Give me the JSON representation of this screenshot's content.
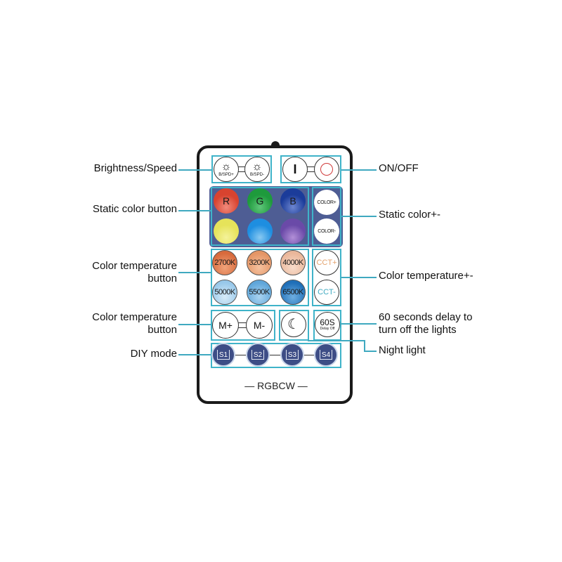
{
  "remote": {
    "model_label": "— RGBCW —",
    "row1": {
      "brightness_up": {
        "icon": "sun-icon",
        "label": "B/SPD+"
      },
      "brightness_down": {
        "icon": "sun-icon",
        "label": "B/SPD-"
      },
      "on": {
        "icon": "power-on-icon",
        "label": "I"
      },
      "off": {
        "icon": "power-off-icon",
        "label": ""
      }
    },
    "static_colors": [
      {
        "label": "R",
        "color": "#d8432f"
      },
      {
        "label": "G",
        "color": "#1e9a3c"
      },
      {
        "label": "B",
        "color": "#1b3c9a"
      },
      {
        "label": "",
        "color": "#e6e35a"
      },
      {
        "label": "",
        "color": "#1e8ee0"
      },
      {
        "label": "",
        "color": "#6a4aa8"
      }
    ],
    "color_plus": "COLOR+",
    "color_minus": "COLOR-",
    "temperatures": [
      {
        "label": "2700K",
        "color": "#de7a4c"
      },
      {
        "label": "3200K",
        "color": "#eaa175"
      },
      {
        "label": "4000K",
        "color": "#f1c4a5"
      },
      {
        "label": "5000K",
        "color": "#a9d3ee"
      },
      {
        "label": "5500K",
        "color": "#6aaee0"
      },
      {
        "label": "6500K",
        "color": "#2e7fc7"
      }
    ],
    "cct_plus": {
      "label": "CCT+",
      "color": "#e3a26d"
    },
    "cct_minus": {
      "label": "CCT-",
      "color": "#3fa9c0"
    },
    "mode_plus": "M+",
    "mode_minus": "M-",
    "night_light": {
      "icon": "moon-icon"
    },
    "delay": {
      "label": "60S",
      "sub": "Delay Off"
    },
    "diy": [
      "S1",
      "S2",
      "S3",
      "S4"
    ],
    "panel_color": "#4e5d94",
    "outline_color": "#3fb3c9"
  },
  "callouts": {
    "left": [
      {
        "text": "Brightness/Speed"
      },
      {
        "text": "Static color button"
      },
      {
        "text": "Color temperature\nbutton"
      },
      {
        "text": "Color temperature\nbutton"
      },
      {
        "text": "DIY mode"
      }
    ],
    "right": [
      {
        "text": "ON/OFF"
      },
      {
        "text": "Static color+-"
      },
      {
        "text": "Color temperature+-"
      },
      {
        "text": "60 seconds delay to\nturn off the lights"
      },
      {
        "text": "Night light"
      }
    ]
  }
}
